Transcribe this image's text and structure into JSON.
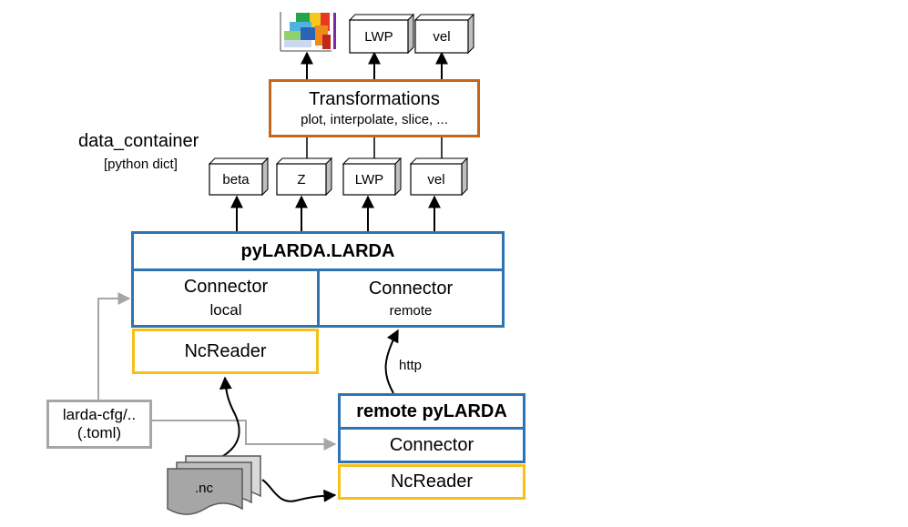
{
  "outputs": {
    "lwp": "LWP",
    "vel": "vel"
  },
  "transformations": {
    "title": "Transformations",
    "ops": "plot, interpolate, slice, ..."
  },
  "data_container": {
    "title": "data_container",
    "subtitle": "[python dict]",
    "items": [
      "beta",
      "Z",
      "LWP",
      "vel"
    ]
  },
  "larda": {
    "title": "pyLARDA.LARDA",
    "connector_local": {
      "title": "Connector",
      "sub": "local"
    },
    "connector_remote": {
      "title": "Connector",
      "sub": "remote"
    },
    "ncreader": "NcReader"
  },
  "remote": {
    "title": "remote pyLARDA",
    "connector": "Connector",
    "ncreader": "NcReader",
    "http": "http"
  },
  "config": {
    "line1": "larda-cfg/..",
    "line2": "(.toml)"
  },
  "files": {
    "label": ".nc"
  },
  "colors": {
    "blue": "#2e74b5",
    "gold": "#f5c01a",
    "orange": "#c5661b",
    "grey": "#a6a6a6",
    "doc": "#a6a6a6"
  }
}
